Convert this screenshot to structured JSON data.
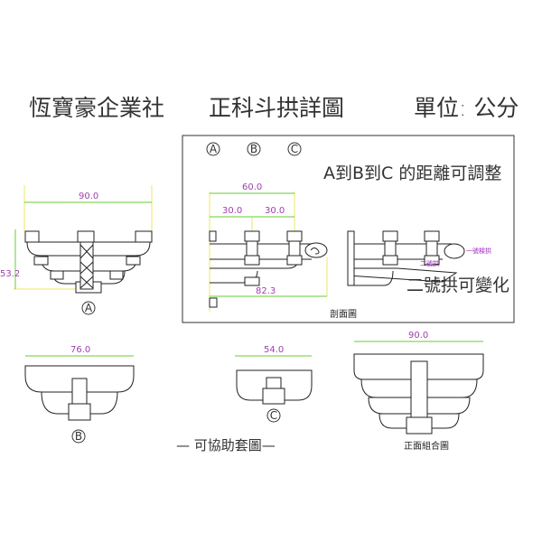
{
  "title": {
    "company": "恆寶豪企業社",
    "drawing": "正科斗拱詳圖",
    "unit": "單位: 公分"
  },
  "front_view_a": {
    "width_dim": "90.0",
    "height_dim": "53.2",
    "label": "A"
  },
  "section_panel": {
    "labels": [
      "A",
      "B",
      "C"
    ],
    "note_top": "A到B到C 的距離可調整",
    "dim_total": "60.0",
    "dim_left": "30.0",
    "dim_right": "30.0",
    "dim_bottom": "82.3",
    "part1": "一號樑拱",
    "part2": "二號拱",
    "note_bottom": "二號拱可變化",
    "caption": "剖面圖"
  },
  "view_b": {
    "width_dim": "76.0",
    "label": "B"
  },
  "view_c": {
    "width_dim": "54.0",
    "label": "C"
  },
  "assist_note": "— 可協助套圖—",
  "combined_view": {
    "width_dim": "90.0",
    "caption": "正面組合圖"
  }
}
